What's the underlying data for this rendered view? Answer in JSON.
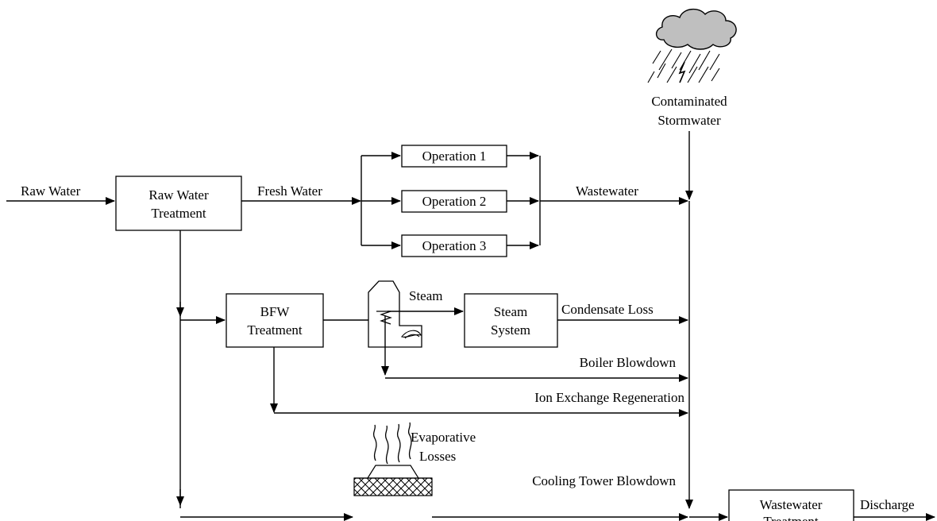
{
  "diagram": {
    "stormwater_label": [
      "Contaminated",
      "Stormwater"
    ],
    "raw_water": "Raw Water",
    "raw_water_treatment": [
      "Raw Water",
      "Treatment"
    ],
    "fresh_water": "Fresh Water",
    "operations": [
      "Operation 1",
      "Operation 2",
      "Operation 3"
    ],
    "wastewater": "Wastewater",
    "bfw_treatment": [
      "BFW",
      "Treatment"
    ],
    "steam": "Steam",
    "steam_system": [
      "Steam",
      "System"
    ],
    "condensate_loss": "Condensate Loss",
    "boiler_blowdown": "Boiler Blowdown",
    "ion_exchange": "Ion Exchange Regeneration",
    "evaporative_losses": [
      "Evaporative",
      "Losses"
    ],
    "cooling_tower_blowdown": "Cooling Tower Blowdown",
    "wastewater_treatment": [
      "Wastewater",
      "Treatment"
    ],
    "discharge": "Discharge"
  }
}
